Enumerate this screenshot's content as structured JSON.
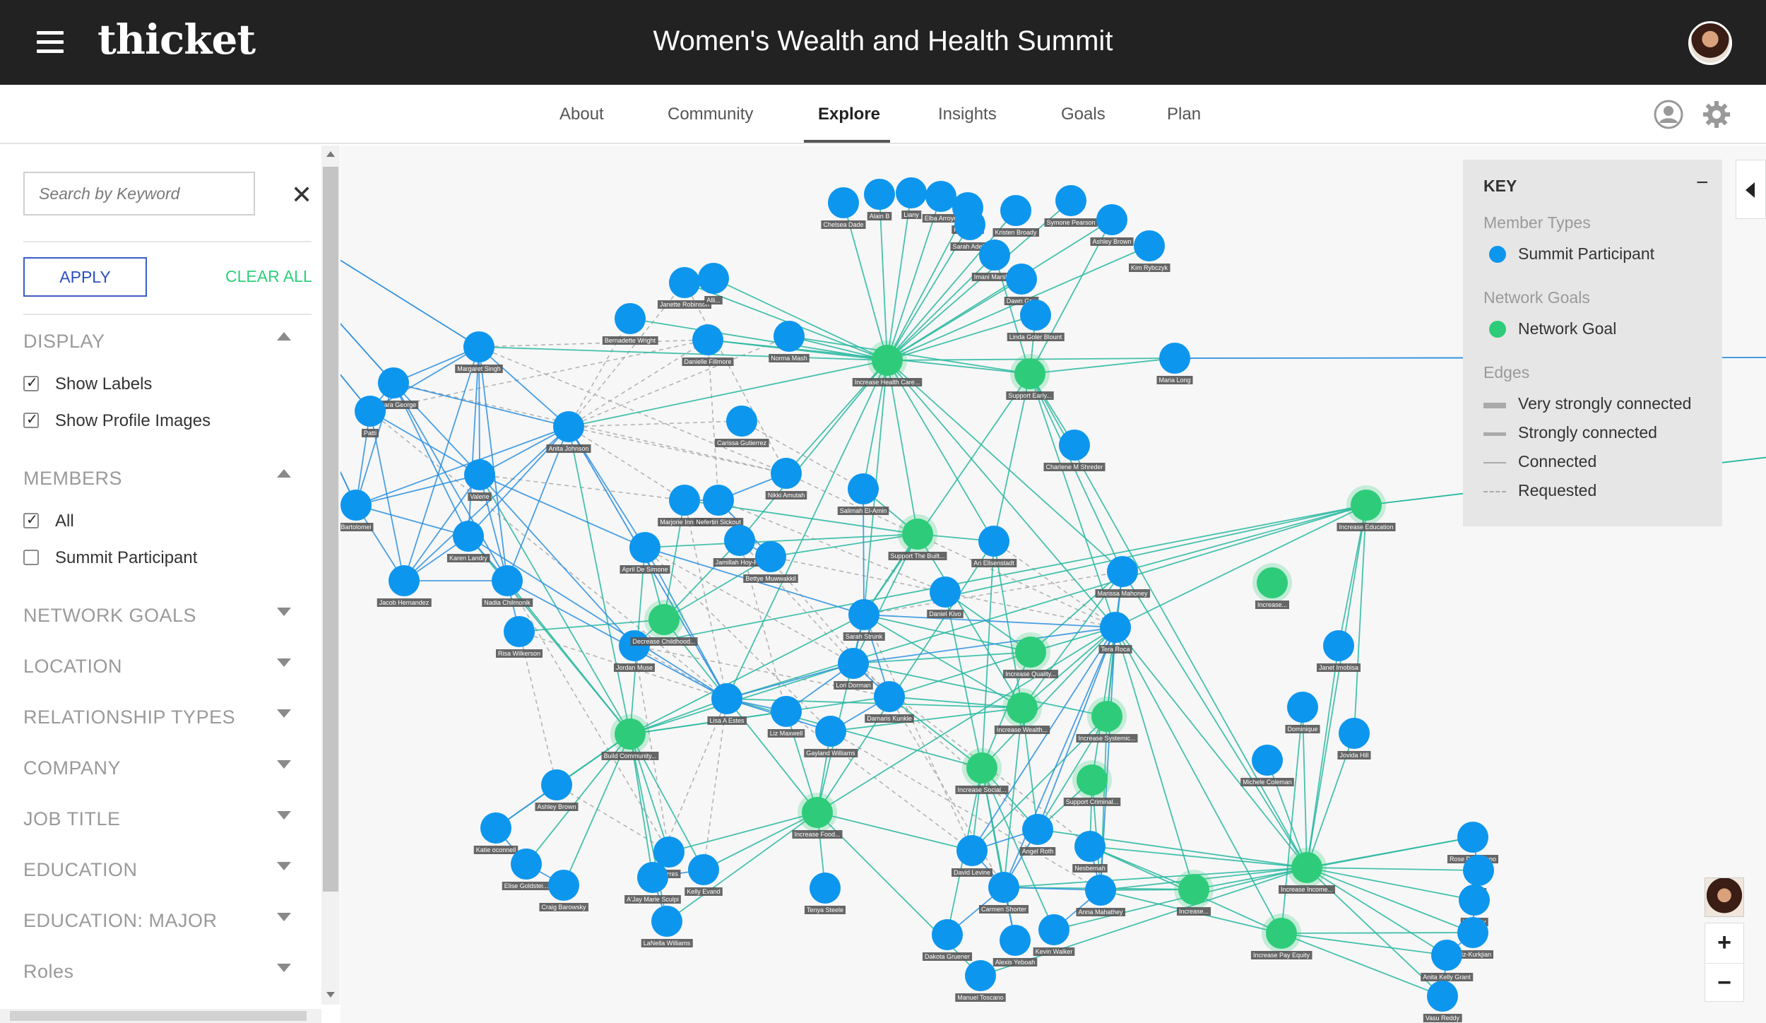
{
  "header": {
    "logo": "thicket",
    "event_title": "Women's Wealth and Health Summit"
  },
  "nav": {
    "tabs": [
      {
        "label": "About"
      },
      {
        "label": "Community"
      },
      {
        "label": "Explore",
        "active": true
      },
      {
        "label": "Insights"
      },
      {
        "label": "Goals"
      },
      {
        "label": "Plan"
      }
    ]
  },
  "sidebar": {
    "search": {
      "placeholder": "Search by Keyword",
      "value": ""
    },
    "apply_label": "APPLY",
    "clear_all_label": "CLEAR ALL",
    "display": {
      "title": "DISPLAY",
      "options": [
        {
          "label": "Show Labels",
          "checked": true
        },
        {
          "label": "Show Profile Images",
          "checked": true
        }
      ]
    },
    "members": {
      "title": "MEMBERS",
      "options": [
        {
          "label": "All",
          "checked": true
        },
        {
          "label": "Summit Participant",
          "checked": false
        }
      ]
    },
    "collapsed_sections": [
      "NETWORK GOALS",
      "LOCATION",
      "RELATIONSHIP TYPES",
      "COMPANY",
      "JOB TITLE",
      "EDUCATION",
      "EDUCATION: MAJOR",
      "Roles"
    ]
  },
  "key": {
    "title": "KEY",
    "collapse_symbol": "−",
    "member_types_title": "Member Types",
    "member_type_label": "Summit Participant",
    "network_goals_title": "Network Goals",
    "network_goal_label": "Network Goal",
    "edges_title": "Edges",
    "edge_labels": [
      "Very strongly connected",
      "Strongly connected",
      "Connected",
      "Requested"
    ]
  },
  "colors": {
    "participant": "#0d96ee",
    "goal": "#2ecc7a",
    "edge_blue": "#2a8fe0",
    "edge_teal": "#27b7a0",
    "edge_requested": "#a8a8a8"
  },
  "zoom": {
    "in": "+",
    "out": "−"
  },
  "graph": {
    "goals": [
      {
        "id": "g1",
        "label": "Increase Health Care..."
      },
      {
        "id": "g2",
        "label": "Support Early..."
      },
      {
        "id": "g3",
        "label": "Increase Education"
      },
      {
        "id": "g4",
        "label": "Support The Built..."
      },
      {
        "id": "g5",
        "label": "Increase..."
      },
      {
        "id": "g6",
        "label": "Decrease Childhood..."
      },
      {
        "id": "g7",
        "label": "Increase Quality..."
      },
      {
        "id": "g8",
        "label": "Increase Wealth..."
      },
      {
        "id": "g9",
        "label": "Increase Systemic..."
      },
      {
        "id": "g10",
        "label": "Build Community..."
      },
      {
        "id": "g11",
        "label": "Increase Social..."
      },
      {
        "id": "g12",
        "label": "Support Criminal..."
      },
      {
        "id": "g13",
        "label": "Increase Food..."
      },
      {
        "id": "g14",
        "label": "Increase Income..."
      },
      {
        "id": "g15",
        "label": "Increase..."
      },
      {
        "id": "g16",
        "label": "Increase Pay Equity"
      }
    ],
    "participants": [
      {
        "id": "p1",
        "label": "Chelsea Dade"
      },
      {
        "id": "p2",
        "label": "Alain B"
      },
      {
        "id": "p3",
        "label": "Liany"
      },
      {
        "id": "p4",
        "label": "Elba Arroyo"
      },
      {
        "id": "p5",
        "label": "Hope Zee"
      },
      {
        "id": "p6",
        "label": "Sarah Adebi"
      },
      {
        "id": "p7",
        "label": "Kristen Broady"
      },
      {
        "id": "p8",
        "label": "Symone Pearson"
      },
      {
        "id": "p9",
        "label": "Ashley Brown"
      },
      {
        "id": "p10",
        "label": "Kim Rybczyk"
      },
      {
        "id": "p11",
        "label": "Imani Marshall"
      },
      {
        "id": "p12",
        "label": "Dawn Gr..."
      },
      {
        "id": "p13",
        "label": "Linda Goler Blount"
      },
      {
        "id": "p14",
        "label": "Janette Robinson"
      },
      {
        "id": "p15",
        "label": "Alli..."
      },
      {
        "id": "p16",
        "label": "Bernadette Wright"
      },
      {
        "id": "p17",
        "label": "Danielle Fillmore"
      },
      {
        "id": "p18",
        "label": "Norma Mash"
      },
      {
        "id": "p19",
        "label": "Maria Long"
      },
      {
        "id": "p20",
        "label": "Margaret Singh"
      },
      {
        "id": "p21",
        "label": "Barbara George"
      },
      {
        "id": "p22",
        "label": "Patti"
      },
      {
        "id": "p23",
        "label": "Anita Johnson"
      },
      {
        "id": "p24",
        "label": "Carissa Gutierrez"
      },
      {
        "id": "p25",
        "label": "Charlene M Shreder"
      },
      {
        "id": "p26",
        "label": "Valerie"
      },
      {
        "id": "p27",
        "label": "Bartolomei"
      },
      {
        "id": "p28",
        "label": "Nikki Amutah"
      },
      {
        "id": "p29",
        "label": "Salimah El-Amin"
      },
      {
        "id": "p30",
        "label": "Marjorie Innocent"
      },
      {
        "id": "p31",
        "label": "Nefertiri Sickout"
      },
      {
        "id": "p32",
        "label": "Karen Landry"
      },
      {
        "id": "p33",
        "label": "April De Simone"
      },
      {
        "id": "p34",
        "label": "Jamillah Hoy-R..."
      },
      {
        "id": "p35",
        "label": "Bettye Muwwakkil"
      },
      {
        "id": "p36",
        "label": "Ari Ellsenstadt"
      },
      {
        "id": "p37",
        "label": "Marissa Mahoney"
      },
      {
        "id": "p38",
        "label": "Jacob Hernandez"
      },
      {
        "id": "p39",
        "label": "Nadia Chilmonik"
      },
      {
        "id": "p40",
        "label": "Daniel Kivo"
      },
      {
        "id": "p41",
        "label": "Sarah Strunk"
      },
      {
        "id": "p42",
        "label": "Tera Roca"
      },
      {
        "id": "p43",
        "label": "Risa Wilkerson"
      },
      {
        "id": "p44",
        "label": "Jordan Muse"
      },
      {
        "id": "p45",
        "label": "Janet Imobisa"
      },
      {
        "id": "p46",
        "label": "Lori Dorman"
      },
      {
        "id": "p47",
        "label": "Lisa A Estes"
      },
      {
        "id": "p48",
        "label": "Damaris Kunkle"
      },
      {
        "id": "p49",
        "label": "Liz Maxwell"
      },
      {
        "id": "p50",
        "label": "Gayland Williams"
      },
      {
        "id": "p51",
        "label": "Dominique"
      },
      {
        "id": "p52",
        "label": "Jovida Hill"
      },
      {
        "id": "p53",
        "label": "Michele Coleman"
      },
      {
        "id": "p54",
        "label": "Ashley Brown"
      },
      {
        "id": "p55",
        "label": "Katie oconnell"
      },
      {
        "id": "p56",
        "label": "Elise Goldstei..."
      },
      {
        "id": "p57",
        "label": "Craig Barowsky"
      },
      {
        "id": "p58",
        "label": "Ferres"
      },
      {
        "id": "p59",
        "label": "A'Jay Marie Sculpi"
      },
      {
        "id": "p60",
        "label": "Kelly Evand"
      },
      {
        "id": "p61",
        "label": "Tenya Steele"
      },
      {
        "id": "p62",
        "label": "LaNella Williams"
      },
      {
        "id": "p63",
        "label": "Angel Roth"
      },
      {
        "id": "p64",
        "label": "David Levine"
      },
      {
        "id": "p65",
        "label": "Nesbemah"
      },
      {
        "id": "p66",
        "label": "Carmen Shorter"
      },
      {
        "id": "p67",
        "label": "Anna Mahathey"
      },
      {
        "id": "p68",
        "label": "Dakota Gruener"
      },
      {
        "id": "p69",
        "label": "Alexis Yeboah"
      },
      {
        "id": "p70",
        "label": "Kevin Walker"
      },
      {
        "id": "p71",
        "label": "Manuel Toscano"
      },
      {
        "id": "p72",
        "label": "Rose DeStefano"
      },
      {
        "id": "p73",
        "label": "Kay"
      },
      {
        "id": "p74",
        "label": "Whitney"
      },
      {
        "id": "p75",
        "label": "Oriz-Kurkjian"
      },
      {
        "id": "p76",
        "label": "Anita Kelly Grant"
      },
      {
        "id": "p77",
        "label": "Vasu Reddy"
      }
    ]
  }
}
